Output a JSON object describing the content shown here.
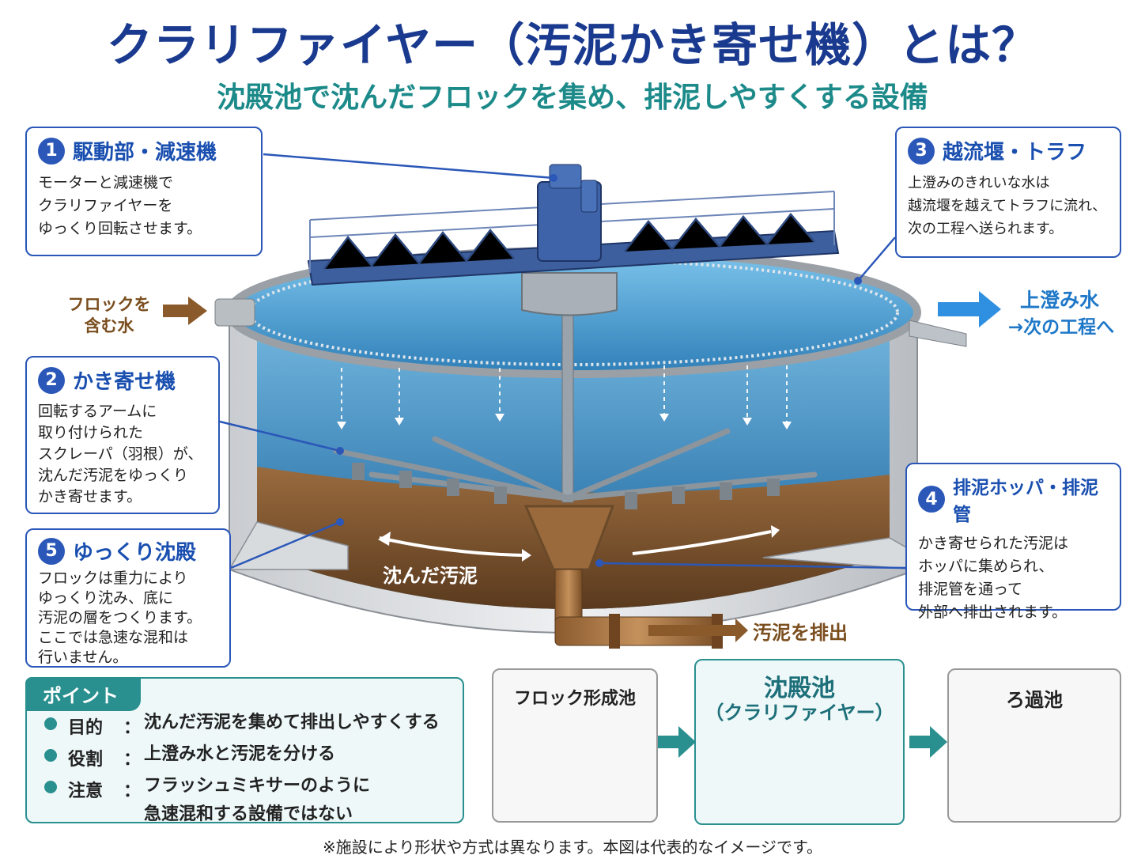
{
  "title": "クラリファイヤー（汚泥かき寄せ機）とは？",
  "subtitle": "沈殿池で沈んだフロックを集め、排泥しやすくする設備",
  "callouts": [
    {
      "num": "1",
      "title": "駆動部・減速機",
      "body": "モーターと減速機で\nクラリファイヤーを\nゆっくり回転させます。"
    },
    {
      "num": "2",
      "title": "かき寄せ機",
      "body": "回転するアームに\n取り付けられた\nスクレーパ（羽根）が、\n沈んだ汚泥をゆっくり\nかき寄せます。"
    },
    {
      "num": "3",
      "title": "越流堰・トラフ",
      "body": "上澄みのきれいな水は\n越流堰を越えてトラフに流れ、\n次の工程へ送られます。"
    },
    {
      "num": "4",
      "title": "排泥ホッパ・排泥管",
      "body": "かき寄せられた汚泥は\nホッパに集められ、\n排泥管を通って\n外部へ排出されます。"
    },
    {
      "num": "5",
      "title": "ゆっくり沈殿",
      "body": "フロックは重力により\nゆっくり沈み、底に\n汚泥の層をつくります。\nここでは急速な混和は\n行いません。"
    }
  ],
  "labels": {
    "inflow": "フロックを\n含む水",
    "outflow_1": "上澄み水",
    "outflow_2": "→次の工程へ",
    "sludge": "沈んだ汚泥",
    "discharge": "汚泥を排出"
  },
  "point": {
    "tag": "ポイント",
    "items": [
      {
        "label": "目的",
        "colon": "：",
        "text": "沈んだ汚泥を集めて排出しやすくする"
      },
      {
        "label": "役割",
        "colon": "：",
        "text": "上澄み水と汚泥を分ける"
      },
      {
        "label": "注意",
        "colon": "：",
        "text": "フラッシュミキサーのように\n急速混和する設備ではない"
      }
    ]
  },
  "stages": [
    {
      "title": "フロック形成池"
    },
    {
      "title": "沈殿池",
      "title2": "（クラリファイヤー）"
    },
    {
      "title": "ろ過池"
    }
  ],
  "note": "※施設により形状や方式は異なります。本図は代表的なイメージです。",
  "colors": {
    "navy": "#1a3a8f",
    "teal": "#1d8a8a",
    "blue": "#2a57b8",
    "water": "#4aa3d8",
    "sludge": "#7a5230",
    "arrow": "#8a5a2b",
    "outArrow": "#2f8fe0"
  }
}
